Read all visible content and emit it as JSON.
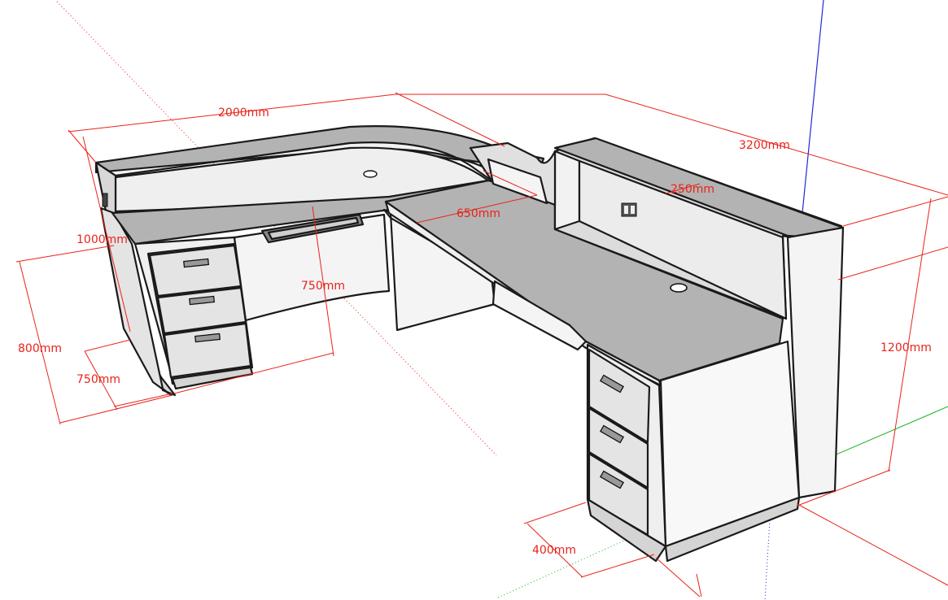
{
  "colors": {
    "dimension": "#e8231a",
    "top_surface": "#b3b3b3",
    "side_light": "#ececec",
    "panel": "#dcdcdc",
    "axis_blue": "#1f2bd6",
    "axis_green": "#11b11a"
  },
  "dimensions": {
    "width_2000": "2000mm",
    "width_3200": "3200mm",
    "depth_1000": "1000mm",
    "depth_650": "650mm",
    "depth_250": "250mm",
    "height_750_inner": "750mm",
    "height_800": "800mm",
    "depth_750_bottom": "750mm",
    "height_1200": "1200mm",
    "depth_400": "400mm"
  }
}
